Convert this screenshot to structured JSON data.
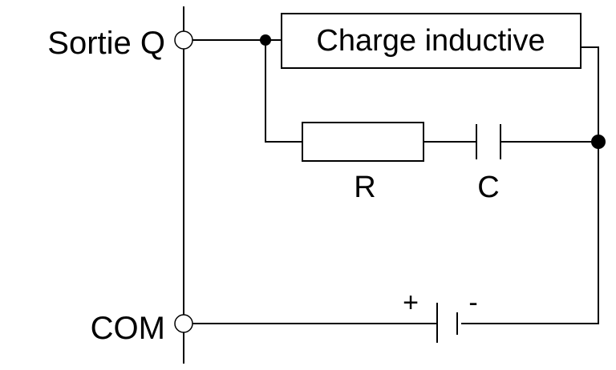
{
  "terminals": {
    "output_label": "Sortie Q",
    "common_label": "COM"
  },
  "components": {
    "load_label": "Charge inductive",
    "resistor_label": "R",
    "capacitor_label": "C",
    "supply_plus_label": "+",
    "supply_minus_label": "-"
  }
}
